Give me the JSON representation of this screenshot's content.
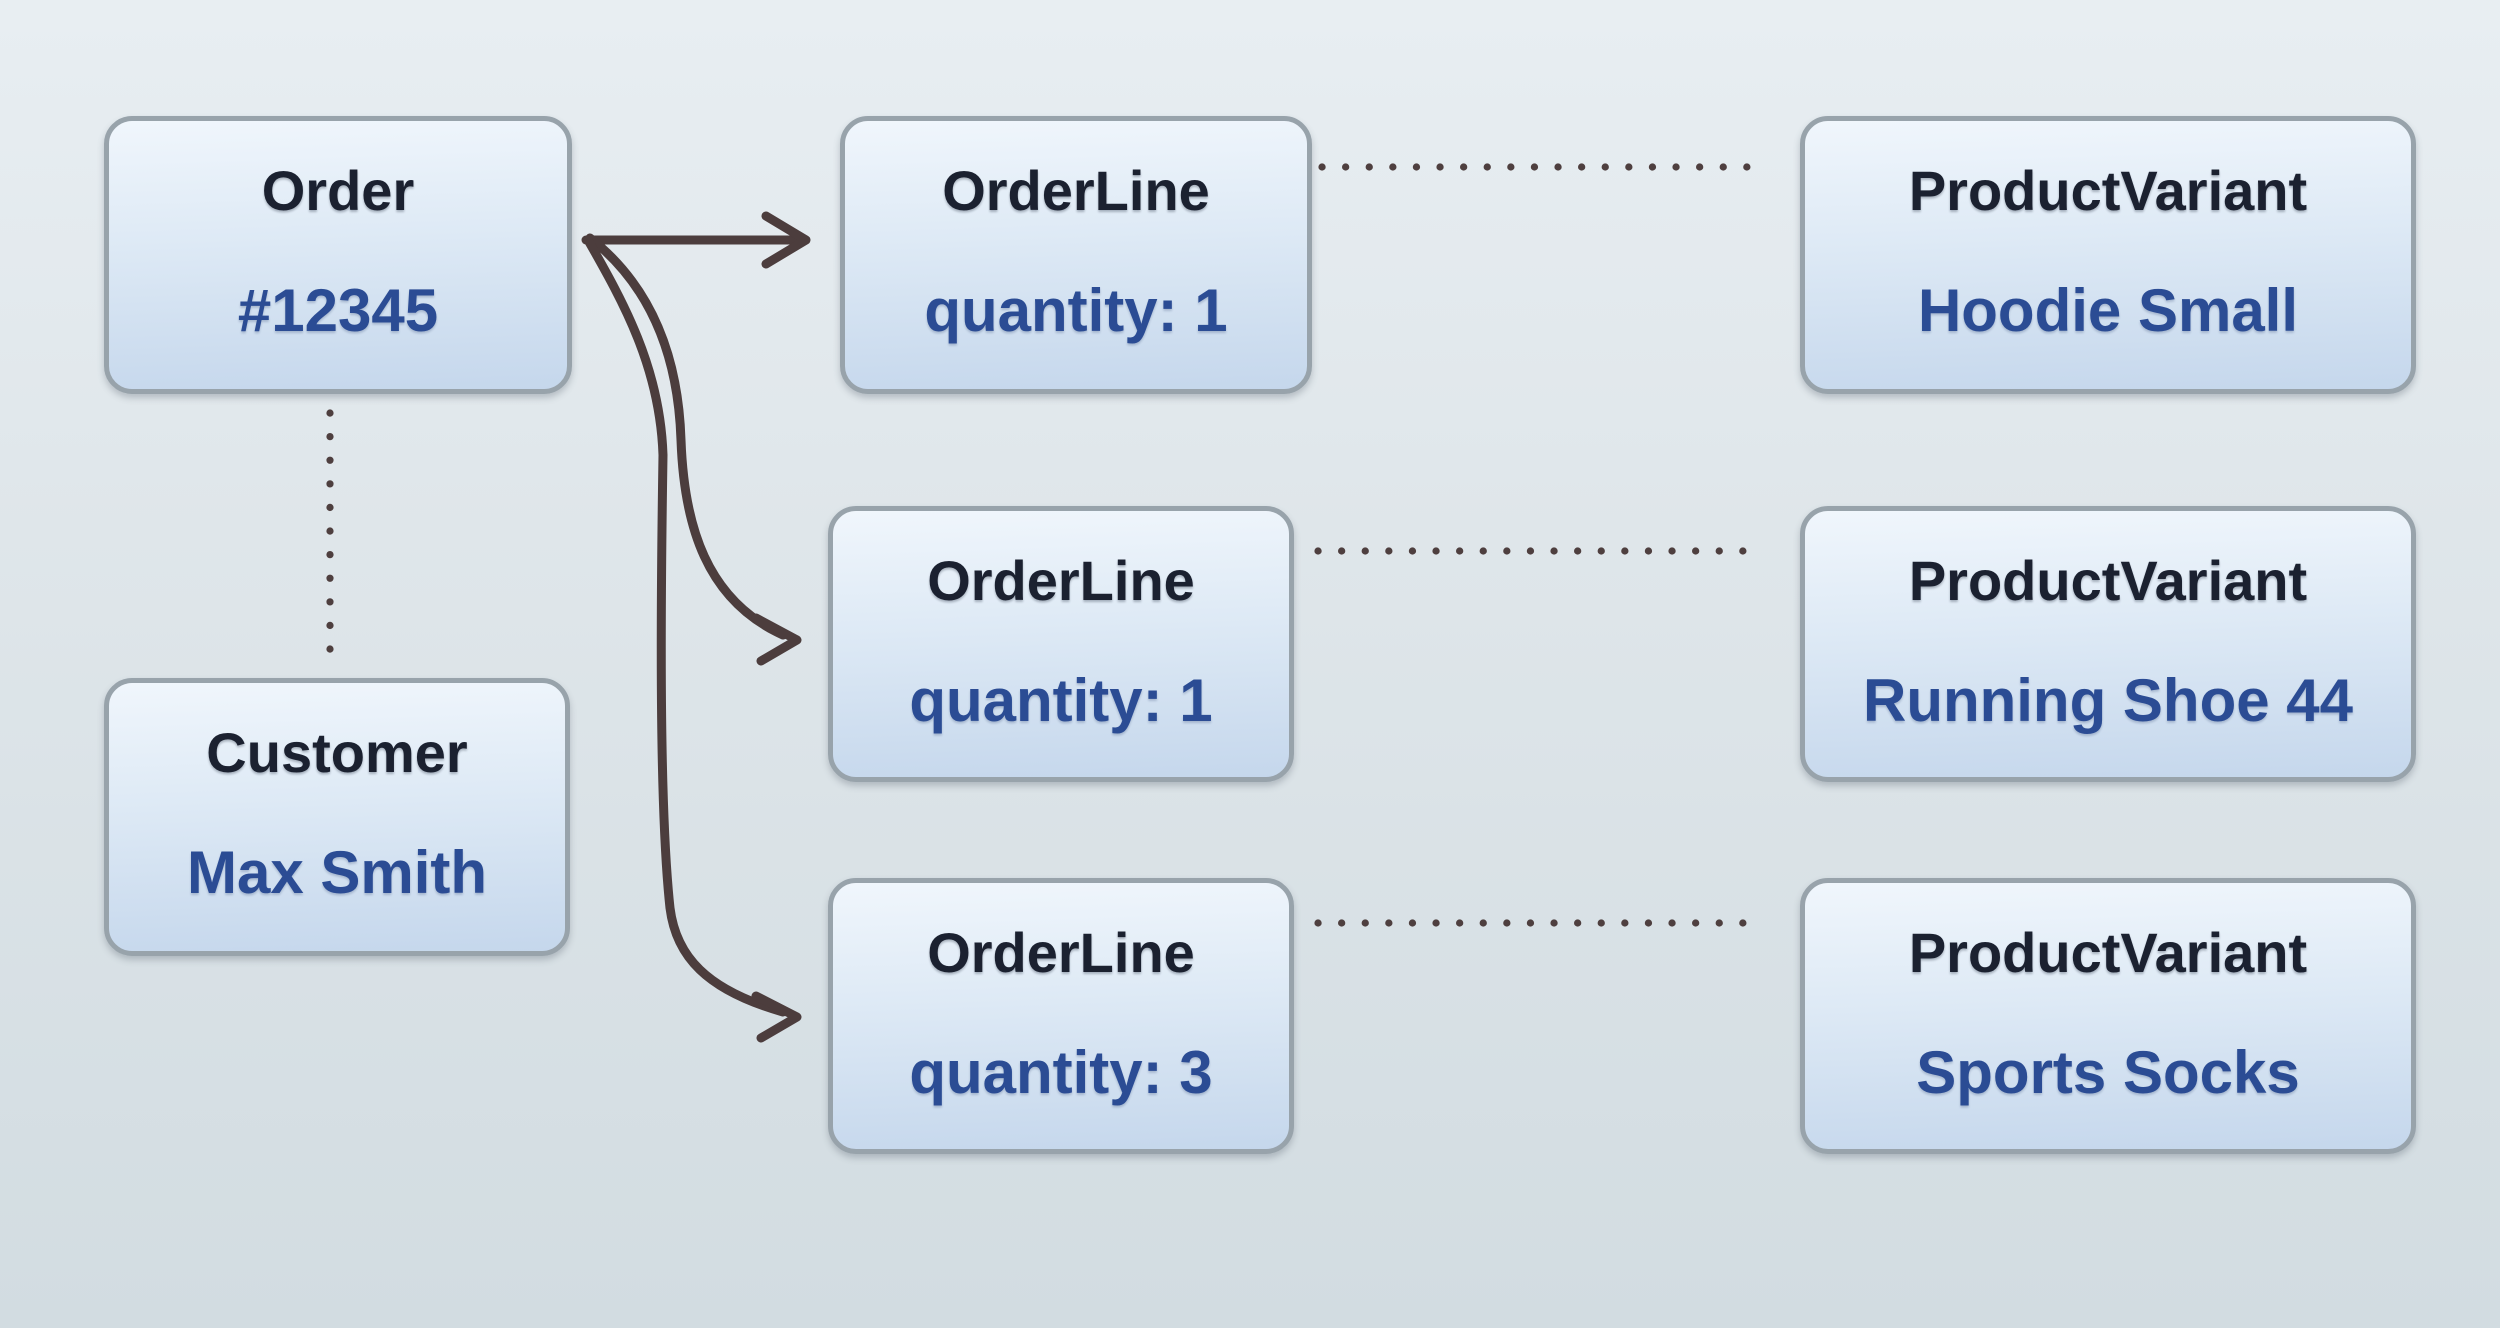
{
  "nodes": {
    "order": {
      "title": "Order",
      "value": "#12345"
    },
    "customer": {
      "title": "Customer",
      "value": "Max Smith"
    },
    "order_lines": [
      {
        "title": "OrderLine",
        "value": "quantity: 1"
      },
      {
        "title": "OrderLine",
        "value": "quantity: 1"
      },
      {
        "title": "OrderLine",
        "value": "quantity: 3"
      }
    ],
    "product_variants": [
      {
        "title": "ProductVariant",
        "value": "Hoodie Small"
      },
      {
        "title": "ProductVariant",
        "value": "Running Shoe 44"
      },
      {
        "title": "ProductVariant",
        "value": "Sports Socks"
      }
    ]
  },
  "relations": [
    {
      "from": "Order",
      "to": "OrderLine quantity: 1 (row 1)",
      "style": "solid-arrow"
    },
    {
      "from": "Order",
      "to": "OrderLine quantity: 1 (row 2)",
      "style": "solid-arrow"
    },
    {
      "from": "Order",
      "to": "OrderLine quantity: 3 (row 3)",
      "style": "solid-arrow"
    },
    {
      "from": "Order",
      "to": "Customer Max Smith",
      "style": "dotted"
    },
    {
      "from": "OrderLine 1",
      "to": "ProductVariant Hoodie Small",
      "style": "dotted"
    },
    {
      "from": "OrderLine 2",
      "to": "ProductVariant Running Shoe 44",
      "style": "dotted"
    },
    {
      "from": "OrderLine 3",
      "to": "ProductVariant Sports Socks",
      "style": "dotted"
    }
  ],
  "colors": {
    "background_top": "#e8eef2",
    "background_bottom": "#d2dce1",
    "box_fill_top": "#f0f6fc",
    "box_fill_bottom": "#c5d7ec",
    "box_border": "#98a3ab",
    "title_text": "#1b2130",
    "value_text": "#2b4c94",
    "connector": "#4c3d3d"
  }
}
